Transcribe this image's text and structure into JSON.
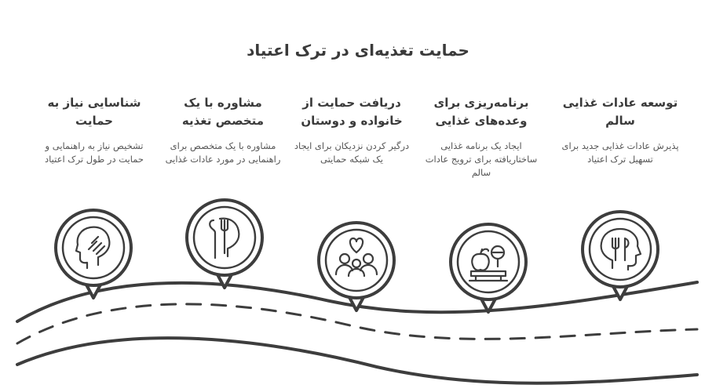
{
  "title": "حمایت تغذیه‌ای در ترک اعتیاد",
  "steps": [
    {
      "title": "شناسایی نیاز به حمایت",
      "desc": "تشخیص نیاز به راهنمایی و حمایت در طول ترک اعتیاد",
      "icon": "head-hand-icon"
    },
    {
      "title": "مشاوره با یک متخصص تغذیه",
      "desc": "مشاوره با یک متخصص برای راهنمایی در مورد عادات غذایی",
      "icon": "head-fork-icon"
    },
    {
      "title": "دریافت حمایت از خانواده و دوستان",
      "desc": "درگیر کردن نزدیکان برای ایجاد یک شبکه حمایتی",
      "icon": "family-heart-icon"
    },
    {
      "title": "برنامه‌ریزی برای وعده‌های غذایی",
      "desc": "ایجاد یک برنامه غذایی ساختاریافته برای ترویج عادات سالم",
      "icon": "meal-plan-icon"
    },
    {
      "title": "توسعه عادات غذایی سالم",
      "desc": "پذیرش عادات غذایی جدید برای تسهیل ترک اعتیاد",
      "icon": "head-cutlery-icon"
    }
  ]
}
